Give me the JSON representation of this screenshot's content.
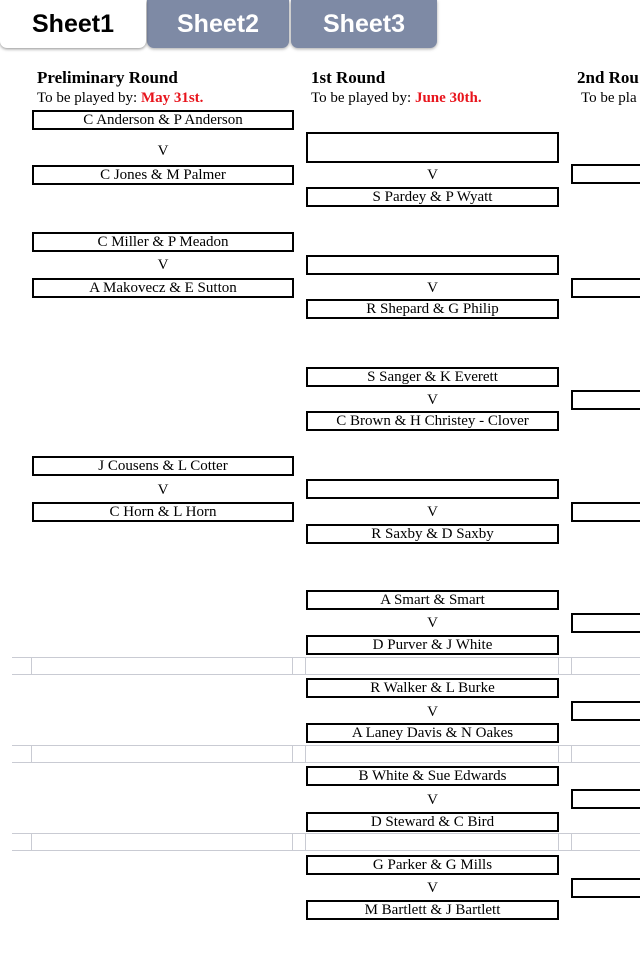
{
  "tabs": [
    {
      "label": "Sheet1",
      "active": true
    },
    {
      "label": "Sheet2",
      "active": false
    },
    {
      "label": "Sheet3",
      "active": false
    }
  ],
  "colors": {
    "tab_inactive": "#7e8aa5",
    "date_highlight": "#e8141c"
  },
  "rounds": {
    "preliminary": {
      "title": "Preliminary Round",
      "played_by": "To be played by:",
      "date": "May 31st."
    },
    "first": {
      "title": "1st Round",
      "played_by": "To be played by:",
      "date": "June 30th."
    },
    "second": {
      "title": "2nd Rou",
      "played_by": "To be pla"
    }
  },
  "vs_label": "V",
  "preliminary_matches": [
    {
      "home": "C Anderson & P Anderson",
      "away": "C Jones & M Palmer"
    },
    {
      "home": "C Miller & P Meadon",
      "away": "A Makovecz & E Sutton"
    },
    {
      "home": "J Cousens & L Cotter",
      "away": "C Horn & L Horn"
    }
  ],
  "first_round_matches": [
    {
      "home": "",
      "away": "S Pardey & P Wyatt"
    },
    {
      "home": "",
      "away": "R Shepard & G Philip"
    },
    {
      "home": "S Sanger & K Everett",
      "away": "C Brown & H Christey -  Clover"
    },
    {
      "home": "",
      "away": "R Saxby & D Saxby"
    },
    {
      "home": "A Smart & Smart",
      "away": "D Purver & J White"
    },
    {
      "home": "R Walker & L Burke",
      "away": "A Laney Davis & N Oakes"
    },
    {
      "home": "B White & Sue Edwards",
      "away": "D Steward & C Bird"
    },
    {
      "home": "G Parker & G Mills",
      "away": "M Bartlett & J Bartlett"
    }
  ],
  "second_round_slots": [
    "",
    "",
    "",
    "",
    "",
    "",
    "",
    ""
  ]
}
